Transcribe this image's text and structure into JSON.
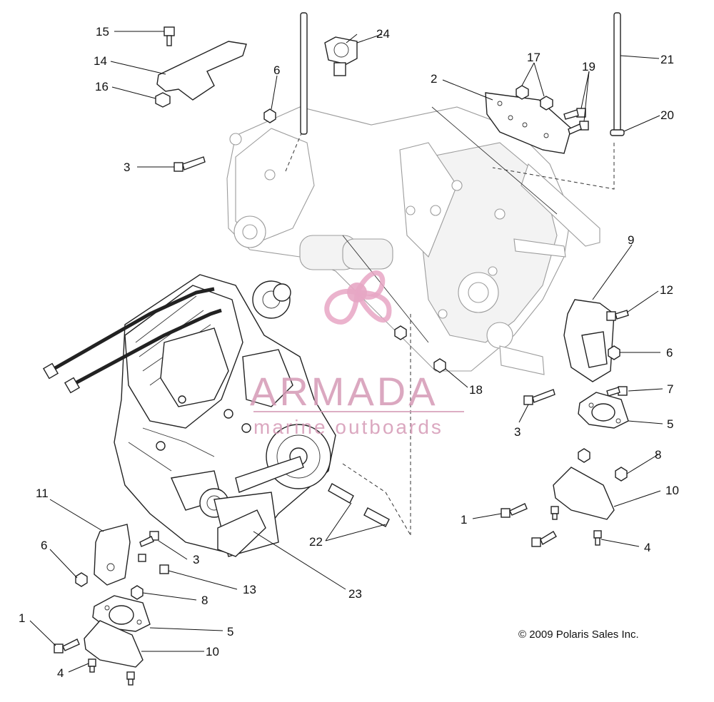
{
  "diagram": {
    "watermark": {
      "brand": "ARMADA",
      "tagline": "marine outboards"
    },
    "copyright": "© 2009 Polaris Sales Inc.",
    "callouts": [
      "15",
      "24",
      "14",
      "6",
      "16",
      "17",
      "19",
      "2",
      "21",
      "3",
      "20",
      "9",
      "12",
      "6",
      "18",
      "7",
      "3",
      "5",
      "8",
      "10",
      "11",
      "1",
      "6",
      "3",
      "4",
      "13",
      "8",
      "23",
      "22",
      "1",
      "5",
      "10",
      "4"
    ]
  }
}
